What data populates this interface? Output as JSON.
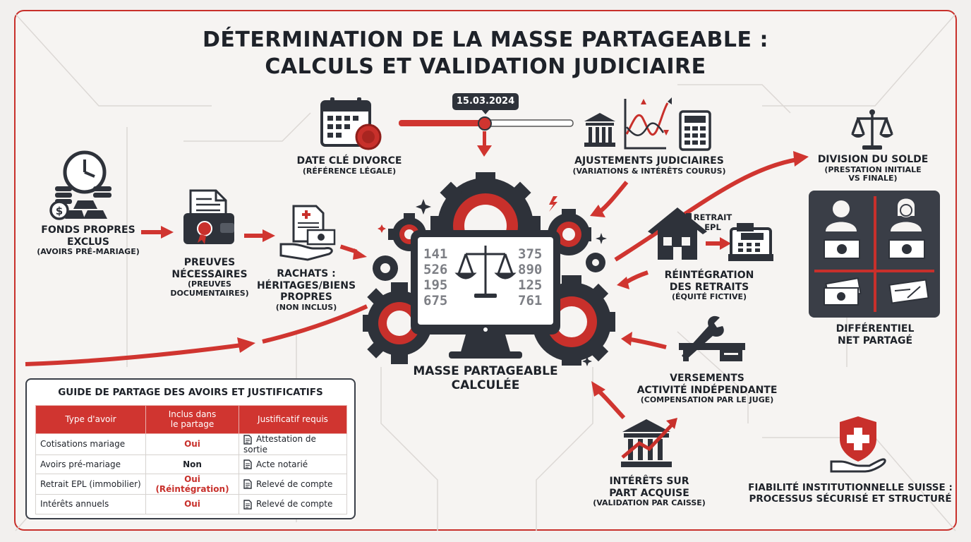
{
  "title": {
    "line1": "DÉTERMINATION DE LA MASSE PARTAGEABLE :",
    "line2": "CALCULS ET VALIDATION JUDICIAIRE"
  },
  "timeline": {
    "date": "15.03.2024"
  },
  "nodes": {
    "date_cle": {
      "title": "DATE CLÉ DIVORCE",
      "subtitle": "(RÉFÉRENCE LÉGALE)"
    },
    "ajustements": {
      "title": "AJUSTEMENTS JUDICIAIRES",
      "subtitle": "(VARIATIONS & INTÉRÊTS COURUS)"
    },
    "fonds_propres": {
      "title1": "FONDS PROPRES",
      "title2": "EXCLUS",
      "subtitle": "(AVOIRS PRÉ-MARIAGE)"
    },
    "preuves": {
      "title1": "PREUVES",
      "title2": "NÉCESSAIRES",
      "subtitle1": "(PREUVES",
      "subtitle2": "DOCUMENTAIRES)"
    },
    "rachats": {
      "title1": "RACHATS :",
      "title2": "HÉRITAGES/BIENS",
      "title3": "PROPRES",
      "subtitle": "(NON INCLUS)"
    },
    "masse": {
      "title1": "MASSE PARTAGEABLE",
      "title2": "CALCULÉE"
    },
    "retrait_epl": {
      "label1": "RETRAIT",
      "label2": "EPL"
    },
    "reintegration": {
      "title1": "RÉINTÉGRATION",
      "title2": "DES RETRAITS",
      "subtitle": "(ÉQUITÉ FICTIVE)"
    },
    "versements": {
      "title1": "VERSEMENTS",
      "title2": "ACTIVITÉ INDÉPENDANTE",
      "subtitle": "(COMPENSATION PAR LE JUGE)"
    },
    "interets": {
      "title1": "INTÉRÊTS SUR",
      "title2": "PART ACQUISE",
      "subtitle": "(VALIDATION PAR CAISSE)"
    },
    "division": {
      "title": "DIVISION DU SOLDE",
      "subtitle1": "(PRESTATION INITIALE",
      "subtitle2": "VS FINALE)"
    },
    "differentiel": {
      "title1": "DIFFÉRENTIEL",
      "title2": "NET PARTAGÉ"
    },
    "fiabilite": {
      "title1": "FIABILITÉ INSTITUTIONNELLE SUISSE :",
      "title2": "PROCESSUS SÉCURISÉ ET STRUCTURÉ"
    }
  },
  "screen_numbers": {
    "left": [
      "141",
      "526",
      "195",
      "675"
    ],
    "right": [
      "375",
      "890",
      "125",
      "761"
    ]
  },
  "guide": {
    "title": "GUIDE DE PARTAGE DES AVOIRS ET JUSTIFICATIFS",
    "headers": [
      "Type d'avoir",
      "Inclus dans\nle partage",
      "Justificatif requis"
    ],
    "rows": [
      {
        "type": "Cotisations mariage",
        "inclus": "Oui",
        "justificatif": "Attestation de sortie",
        "inclus_color": "#c8302b"
      },
      {
        "type": "Avoirs pré-mariage",
        "inclus": "Non",
        "justificatif": "Acte notarié",
        "inclus_color": "#1e2229"
      },
      {
        "type": "Retrait EPL (immobilier)",
        "inclus": "Oui (Réintégration)",
        "justificatif": "Relevé de compte",
        "inclus_color": "#c8302b"
      },
      {
        "type": "Intérêts annuels",
        "inclus": "Oui",
        "justificatif": "Relevé de compte",
        "inclus_color": "#c8302b"
      }
    ]
  },
  "colors": {
    "accent": "#c8302b",
    "dark": "#2e323a",
    "background": "#f6f4f2"
  },
  "icons": [
    "calendar-seal-icon",
    "chart-calculator-icon",
    "bank-icon",
    "clock-coins-icon",
    "wallet-certificate-icon",
    "hand-document-icon",
    "gear-screen-icon",
    "scales-icon",
    "house-icon",
    "cash-register-icon",
    "wrench-desk-icon",
    "bank-growth-icon",
    "swiss-shield-hand-icon",
    "person-icon",
    "banknote-icon"
  ]
}
